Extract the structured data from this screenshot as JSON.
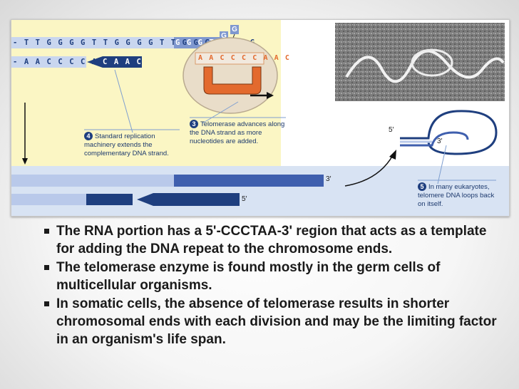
{
  "diagram": {
    "strand_top_seq": "- T T G G G G T T G G G G T T G G G G T T G",
    "strand_top_ext": "G G G T T G",
    "strand_bottom_seq": "- A A C C C C A A C",
    "arrow_seq": "C A A C",
    "nt_g1": "G",
    "nt_g2": "G",
    "template_seq": "A A C C C C A A C",
    "caption3": {
      "num": "3",
      "text": "Telomerase advances along the DNA strand as more nucleotides are added."
    },
    "caption4": {
      "num": "4",
      "text": "Standard replication machinery extends the complementary DNA strand."
    },
    "caption5": {
      "num": "5",
      "text": "In many eukaryotes, telomere DNA loops back on itself."
    },
    "label_3prime_upper": "3′",
    "label_5prime_upper": "5′",
    "label_3prime_loop": "3′",
    "label_5prime_lower": "5′"
  },
  "bullets": [
    "The RNA portion has a 5'-CCCTAA-3' region that acts as a template for adding the DNA repeat to the chromosome ends.",
    "The telomerase enzyme is found mostly in the germ cells of multicellular organisms.",
    "In somatic cells, the absence of telomerase results in shorter chromosomal ends with each division and may be the limiting factor in an organism's life span."
  ],
  "colors": {
    "yellow_panel": "#fbf6c4",
    "dark_blue": "#1f3f7f",
    "mid_blue": "#3f5fae",
    "light_blue": "#b9c9ea",
    "enzyme": "#e9ddc9",
    "rna_orange": "#e36a2e"
  }
}
